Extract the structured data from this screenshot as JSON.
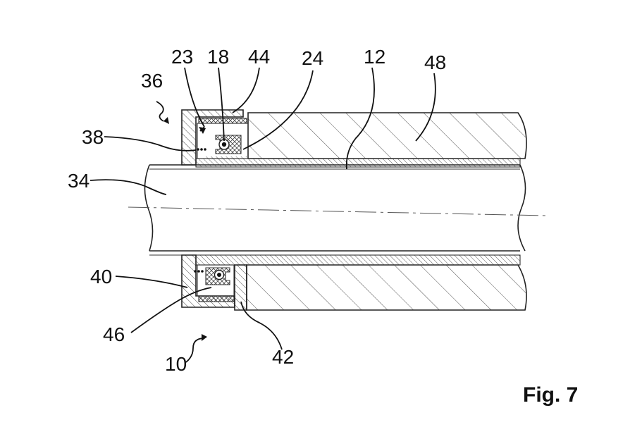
{
  "figure": {
    "caption": "Fig. 7",
    "reference_numerals": {
      "n10": "10",
      "n12": "12",
      "n18": "18",
      "n23": "23",
      "n24": "24",
      "n34": "34",
      "n36": "36",
      "n38": "38",
      "n40": "40",
      "n42": "42",
      "n44": "44",
      "n46": "46",
      "n48": "48"
    }
  }
}
